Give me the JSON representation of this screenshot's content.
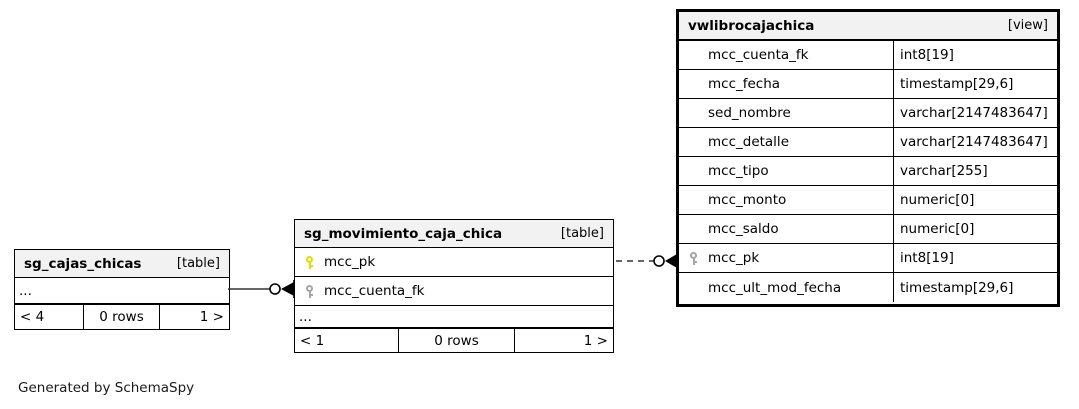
{
  "diagram": {
    "tool_credit": "Generated by SchemaSpy"
  },
  "entities": {
    "left_table": {
      "name": "sg_cajas_chicas",
      "kind": "[table]",
      "ellipsis": "...",
      "footer": {
        "prev": "< 4",
        "rows": "0 rows",
        "next": "1 >"
      }
    },
    "middle_table": {
      "name": "sg_movimiento_caja_chica",
      "kind": "[table]",
      "ellipsis": "...",
      "columns": [
        {
          "key": "pk",
          "name": "mcc_pk"
        },
        {
          "key": "fk",
          "name": "mcc_cuenta_fk"
        }
      ],
      "footer": {
        "prev": "< 1",
        "rows": "0 rows",
        "next": "1 >"
      }
    },
    "view": {
      "name": "vwlibrocajachica",
      "kind": "[view]",
      "columns": [
        {
          "key": "",
          "name": "mcc_cuenta_fk",
          "type": "int8[19]"
        },
        {
          "key": "",
          "name": "mcc_fecha",
          "type": "timestamp[29,6]"
        },
        {
          "key": "",
          "name": "sed_nombre",
          "type": "varchar[2147483647]"
        },
        {
          "key": "",
          "name": "mcc_detalle",
          "type": "varchar[2147483647]"
        },
        {
          "key": "",
          "name": "mcc_tipo",
          "type": "varchar[255]"
        },
        {
          "key": "",
          "name": "mcc_monto",
          "type": "numeric[0]"
        },
        {
          "key": "",
          "name": "mcc_saldo",
          "type": "numeric[0]"
        },
        {
          "key": "fk",
          "name": "mcc_pk",
          "type": "int8[19]"
        },
        {
          "key": "",
          "name": "mcc_ult_mod_fecha",
          "type": "timestamp[29,6]"
        }
      ]
    }
  },
  "relationships": [
    {
      "id": "left-to-middle",
      "style": "solid",
      "from": "sg_cajas_chicas",
      "to": "sg_movimiento_caja_chica.mcc_cuenta_fk"
    },
    {
      "id": "middle-to-view",
      "style": "dashed",
      "from": "sg_movimiento_caja_chica.mcc_pk",
      "to": "vwlibrocajachica.mcc_pk"
    }
  ],
  "colors": {
    "header_bg": "#f2f2f2",
    "border": "#000000",
    "primary_key": "#dede00",
    "foreign_key": "#a6a6a6",
    "background": "#ffffff"
  }
}
